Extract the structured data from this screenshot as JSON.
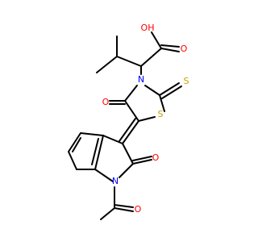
{
  "molecule": {
    "colors": {
      "bond": "#000000",
      "oxygen": "#ff0000",
      "nitrogen": "#0000ff",
      "sulfur": "#c8a000",
      "background": "#ffffff"
    },
    "atom_labels": {
      "acid_oh": "OH",
      "acid_o": "O",
      "ring_n": "N",
      "carbonyl_o": "O",
      "thione_s": "S",
      "ring_s": "S",
      "lactam_o": "O",
      "indole_n": "N",
      "acetyl_o": "O"
    }
  }
}
